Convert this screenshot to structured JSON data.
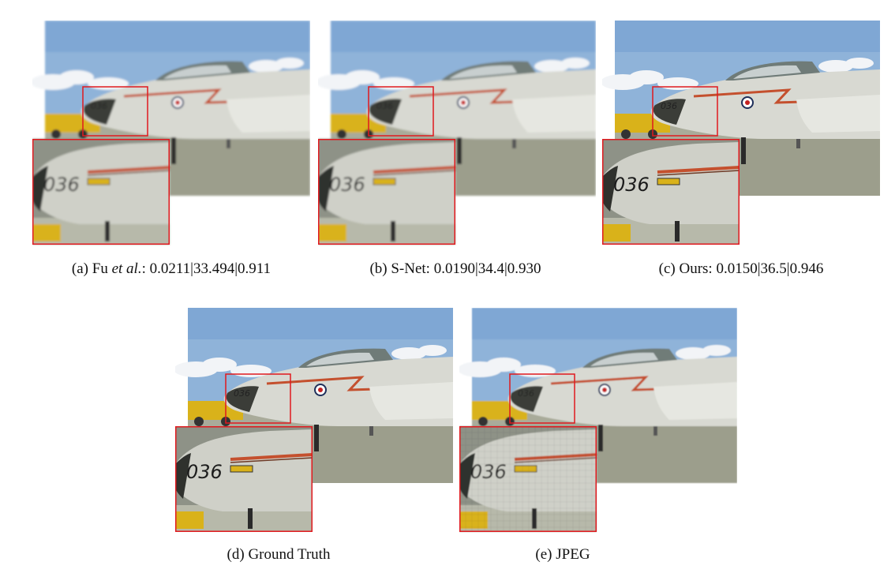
{
  "figure": {
    "panels": [
      {
        "id": "a",
        "label_prefix": "(a) Fu ",
        "label_italic": "et al.",
        "label_suffix": ": 0.0211|33.494|0.911",
        "zoom_text": "036",
        "quality": "blurry"
      },
      {
        "id": "b",
        "label_prefix": "(b) S-Net: 0.0190|34.4|0.930",
        "label_italic": "",
        "label_suffix": "",
        "zoom_text": "036",
        "quality": "blurry"
      },
      {
        "id": "c",
        "label_prefix": "(c) Ours: 0.0150|36.5|0.946",
        "label_italic": "",
        "label_suffix": "",
        "zoom_text": "036",
        "quality": "sharp"
      },
      {
        "id": "d",
        "label_prefix": "(d) Ground Truth",
        "label_italic": "",
        "label_suffix": "",
        "zoom_text": "036",
        "quality": "sharp"
      },
      {
        "id": "e",
        "label_prefix": "(e) JPEG",
        "label_italic": "",
        "label_suffix": "",
        "zoom_text": "036",
        "quality": "blocky"
      }
    ],
    "colors": {
      "zoom_box": "#e0191e",
      "sky": "#8fb3d9",
      "tarmac": "#a9ab9a",
      "fuselage": "#d8d9d2",
      "stripe": "#c4502e",
      "yellow": "#d9b21a"
    }
  }
}
